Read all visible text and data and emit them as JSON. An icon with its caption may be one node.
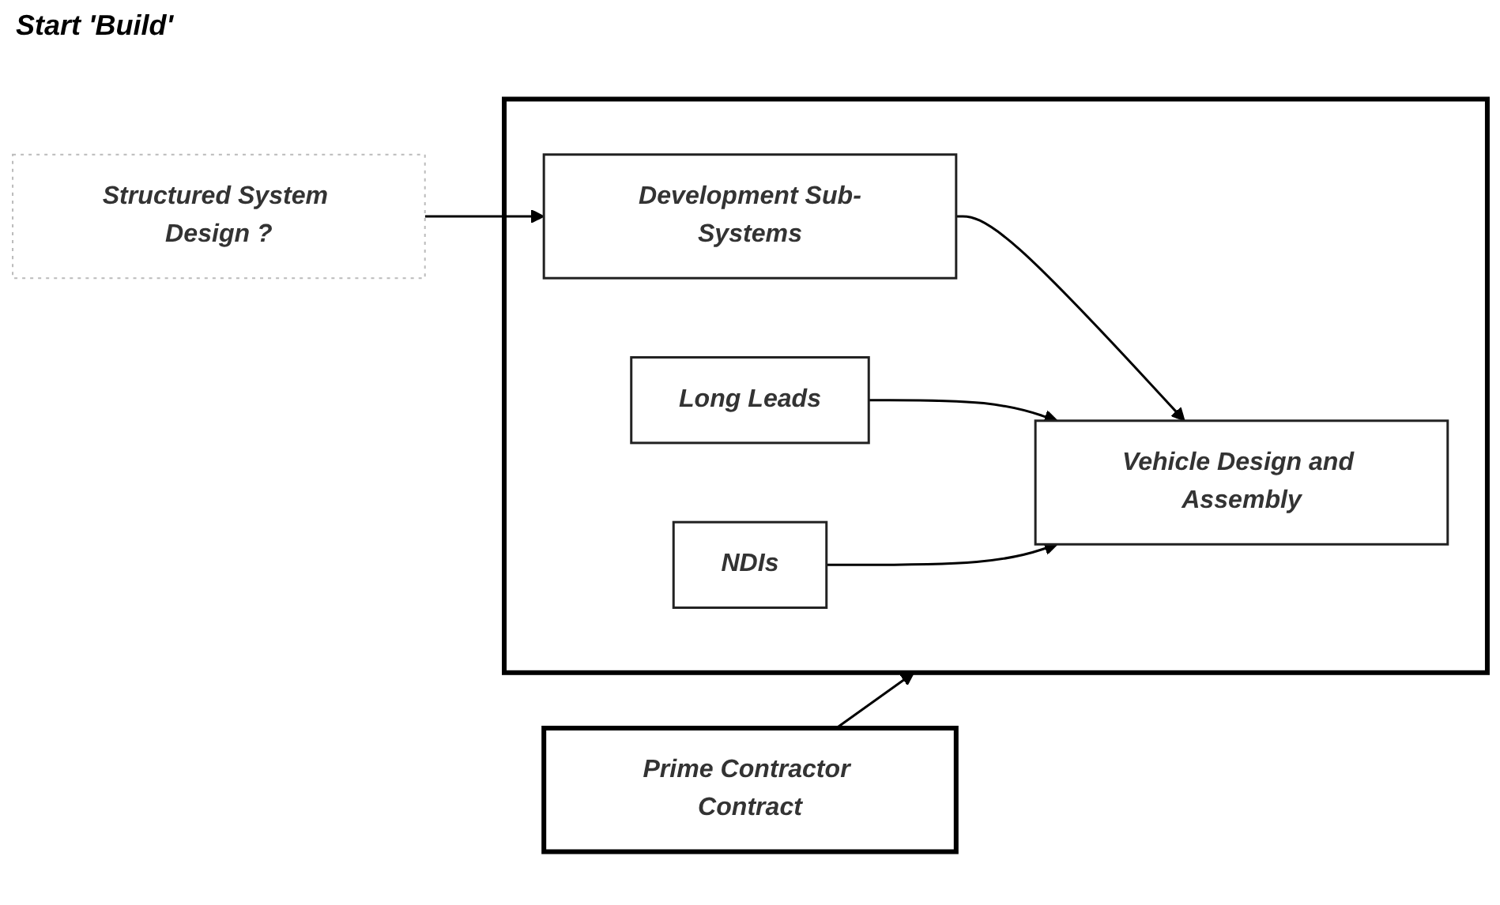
{
  "diagram": {
    "nodes": [
      {
        "text": [
          "Prime Contractor Contract"
        ]
      },
      {
        "text": [],
        "shape": "box"
      },
      {
        "text": [
          "Vehicle Design and Assembly"
        ],
        "in": 1
      },
      {
        "text": [
          "Development Sub-Systems"
        ],
        "in": 1
      },
      {
        "text": [
          "Long Leads"
        ],
        "in": 1
      },
      {
        "text": [
          "NDIs"
        ],
        "in": 1
      },
      {
        "text": [
          "Structured System Design ?"
        ]
      }
    ],
    "edges": [
      {
        "from": 0,
        "to": 1,
        "arrow": "to"
      },
      {
        "from": 6,
        "to": 3,
        "arrow": "to"
      },
      {
        "from": 3,
        "to": 2,
        "arrow": "to"
      },
      {
        "from": 4,
        "to": 2,
        "arrow": "to"
      },
      {
        "from": 5,
        "to": 2,
        "arrow": "to"
      }
    ],
    "labels": [
      "Start 'Build'"
    ]
  }
}
